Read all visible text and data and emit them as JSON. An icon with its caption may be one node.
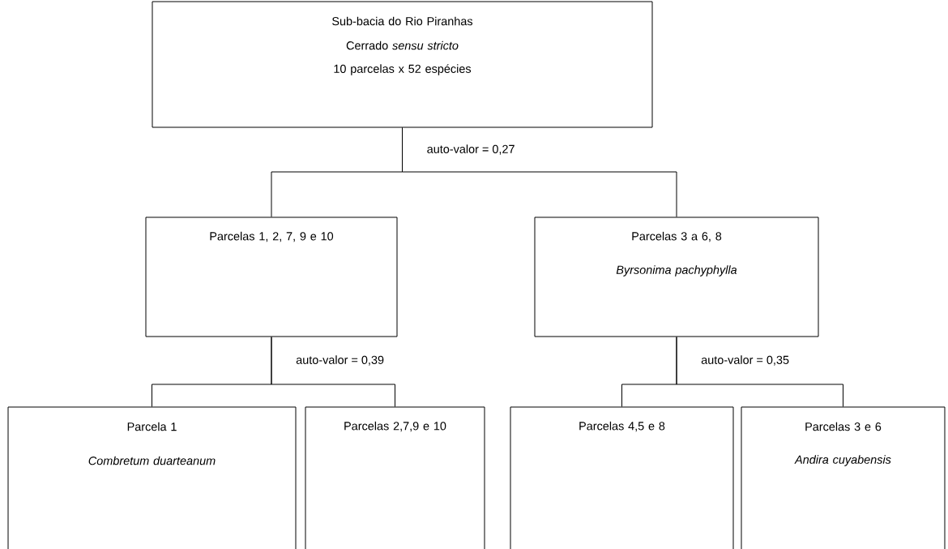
{
  "diagram": {
    "nodes": [
      {
        "text": [
          "Sub-bacia do Rio Piranhas",
          "Cerrado *sensu stricto*",
          "10 parcelas x 52 espécies"
        ]
      },
      {
        "text": [
          "Parcelas 1, 2, 7, 9 e 10"
        ]
      },
      {
        "text": [
          "Parcelas 3 a 6, 8",
          "Byrsonima pachyphylla"
        ]
      },
      {
        "text": [
          "Parcela 1",
          "Combretum duarteanum"
        ]
      },
      {
        "text": [
          "Parcelas 2,7,9 e 10"
        ]
      },
      {
        "text": [
          "Parcelas 4,5 e 8"
        ]
      },
      {
        "text": [
          "Parcelas 3 e 6",
          "Andira cuyabensis"
        ]
      }
    ],
    "edges": [
      {
        "from": 0,
        "to": 1,
        "arrow": "none",
        "label": "auto-valor = 0,27"
      },
      {
        "from": 0,
        "to": 2,
        "arrow": "none"
      },
      {
        "from": 1,
        "to": 3,
        "arrow": "none",
        "label": "auto-valor = 0,39"
      },
      {
        "from": 1,
        "to": 4,
        "arrow": "none"
      },
      {
        "from": 2,
        "to": 5,
        "arrow": "none",
        "label": "auto-valor = 0,35"
      },
      {
        "from": 2,
        "to": 6,
        "arrow": "none"
      }
    ]
  }
}
